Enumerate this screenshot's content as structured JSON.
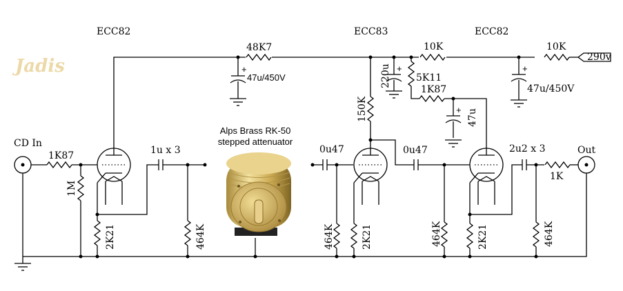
{
  "logo": "Jadis",
  "tubes": {
    "v1": "ECC82",
    "v2": "ECC83",
    "v3": "ECC82"
  },
  "attenuator": {
    "line1": "Alps Brass RK-50",
    "line2": "stepped attenuator"
  },
  "io": {
    "input": "CD In",
    "output": "Out",
    "supply": "290v"
  },
  "components": {
    "r_in": "1K87",
    "r_grid": "1M",
    "r_k1": "2K21",
    "c_out1": "1u x 3",
    "r_load1": "464K",
    "r_supply1": "48K7",
    "c_supply1": "47u/450V",
    "c_in2": "0u47",
    "r_grid2": "464K",
    "r_k2": "2K21",
    "r_plate2": "150K",
    "c_couple": "0u47",
    "r_grid3": "464K",
    "r_k3": "2K21",
    "c_out3": "2u2 x 3",
    "r_load3": "464K",
    "r_out": "1K",
    "c_220": "220u",
    "r_5k11": "5K11",
    "r_1k87b": "1K87",
    "c_47": "47u",
    "r_10k_a": "10K",
    "r_10k_b": "10K",
    "c_supply2": "47u/450V"
  }
}
